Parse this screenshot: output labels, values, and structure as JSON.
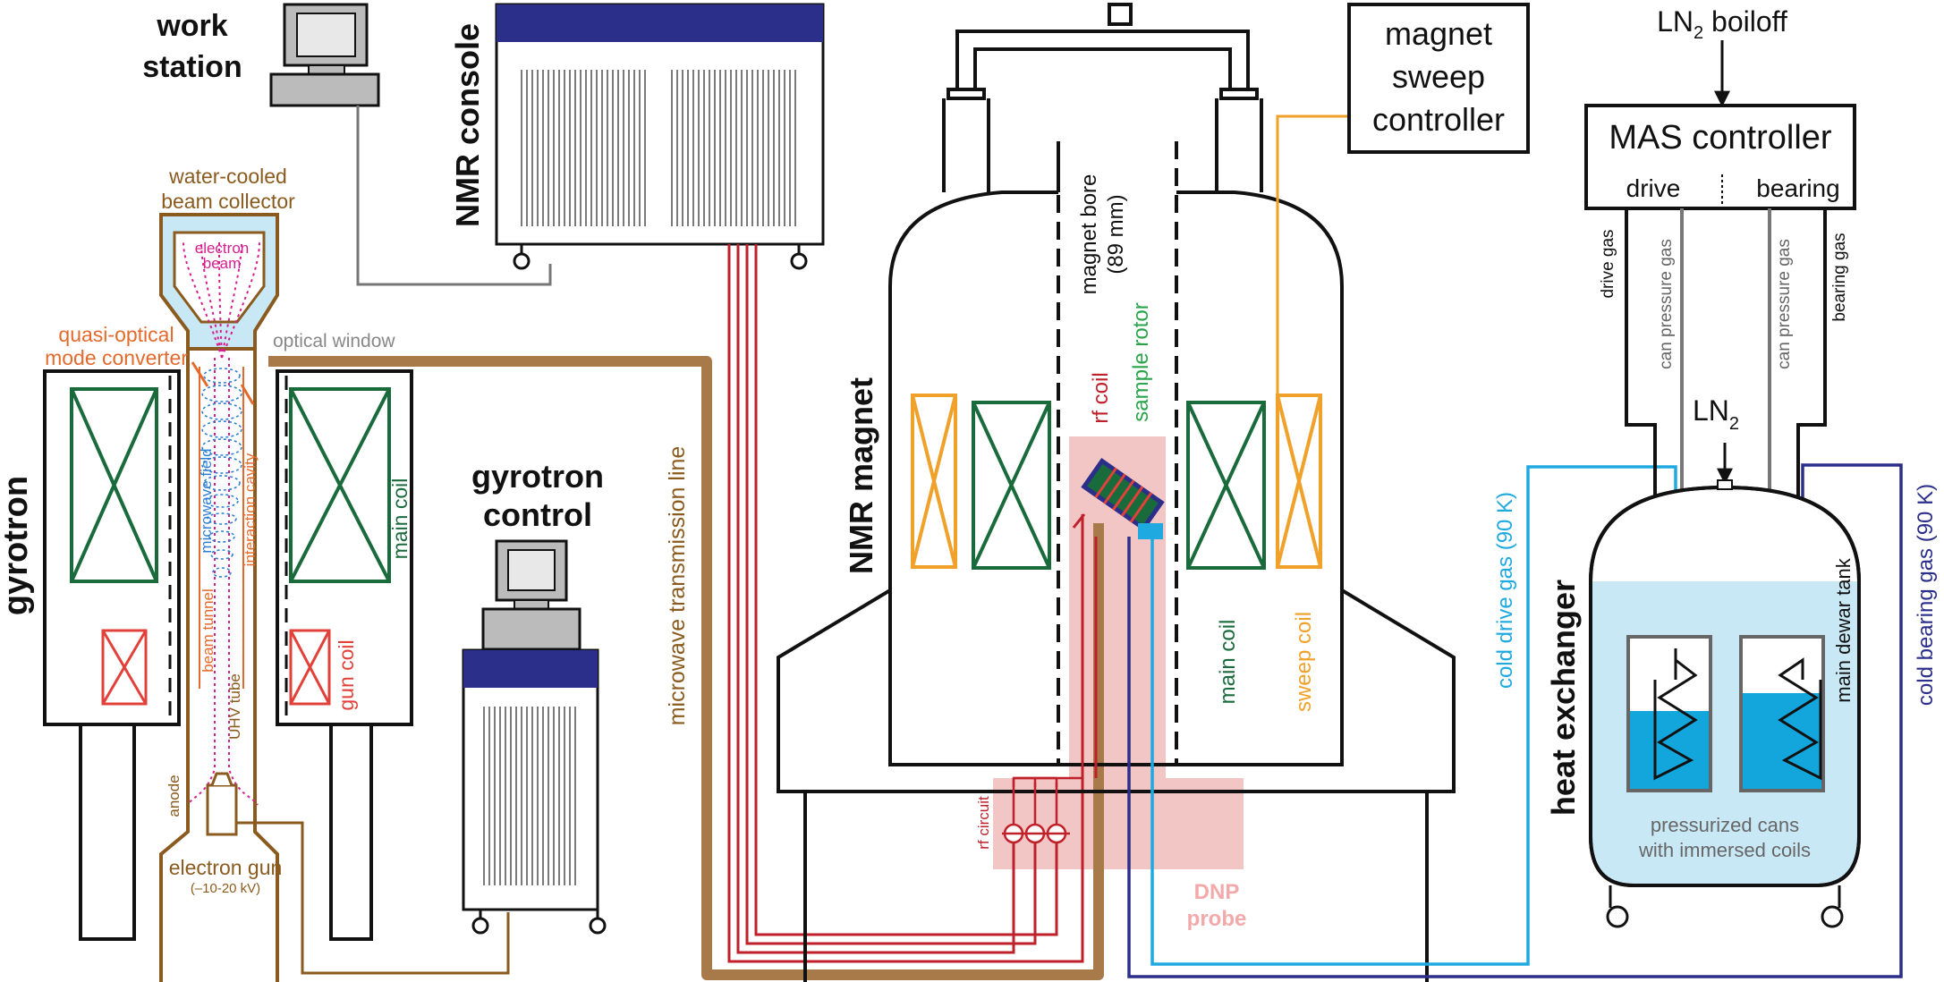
{
  "colors": {
    "black": "#111111",
    "navy": "#2b2f8a",
    "green": "#1a6b3c",
    "orange": "#f0a12a",
    "red": "#e2413a",
    "darkred": "#c0202a",
    "brown": "#a87a4a",
    "brownText": "#8a5a1e",
    "magenta": "#d61f8e",
    "blue": "#2f7fd0",
    "cyan": "#1ea9e0",
    "gray": "#777777",
    "lightblue": "#c9e8f6",
    "pink": "#f3c6c6",
    "liquid": "#13a6dc"
  },
  "labels": {
    "workstation_1": "work",
    "workstation_2": "station",
    "nmr_console": "NMR console",
    "gyrotron": "gyrotron",
    "gyrotron_control_1": "gyrotron",
    "gyrotron_control_2": "control",
    "water_cooled_1": "water-cooled",
    "water_cooled_2": "beam collector",
    "electron_beam_1": "electron",
    "electron_beam_2": "beam",
    "quasi_optical_1": "quasi-optical",
    "quasi_optical_2": "mode converter",
    "optical_window": "optical window",
    "microwave_field": "microwave field",
    "interaction_cavity": "interaction cavity",
    "beam_tunnel": "beam tunnel",
    "uhv_tube": "UHV tube",
    "main_coil_gyro": "main coil",
    "gun_coil": "gun coil",
    "anode": "anode",
    "electron_gun": "electron gun",
    "electron_gun_voltage": "(–10-20 kV)",
    "transmission_line": "microwave transmission line",
    "nmr_magnet": "NMR magnet",
    "magnet_bore_1": "magnet bore",
    "magnet_bore_2": "(89 mm)",
    "rf_coil": "rf coil",
    "sample_rotor": "sample rotor",
    "rf_circuit": "rf circuit",
    "dnp_probe_1": "DNP",
    "dnp_probe_2": "probe",
    "main_coil_nmr": "main coil",
    "sweep_coil": "sweep coil",
    "magnet_sweep_1": "magnet",
    "magnet_sweep_2": "sweep",
    "magnet_sweep_3": "controller",
    "ln2_boiloff_a": "LN",
    "ln2_boiloff_sub": "2",
    "ln2_boiloff_b": " boiloff",
    "mas_controller": "MAS controller",
    "drive": "drive",
    "bearing": "bearing",
    "drive_gas": "drive gas",
    "can_pressure_gas_1": "can pressure gas",
    "can_pressure_gas_2": "can pressure gas",
    "bearing_gas": "bearing gas",
    "ln2_a": "LN",
    "ln2_sub": "2",
    "cold_drive_gas": "cold drive gas (90 K)",
    "cold_bearing_gas": "cold bearing gas (90 K)",
    "heat_exchanger": "heat exchanger",
    "main_dewar_tank": "main dewar tank",
    "pressurized_1": "pressurized cans",
    "pressurized_2": "with immersed coils"
  }
}
